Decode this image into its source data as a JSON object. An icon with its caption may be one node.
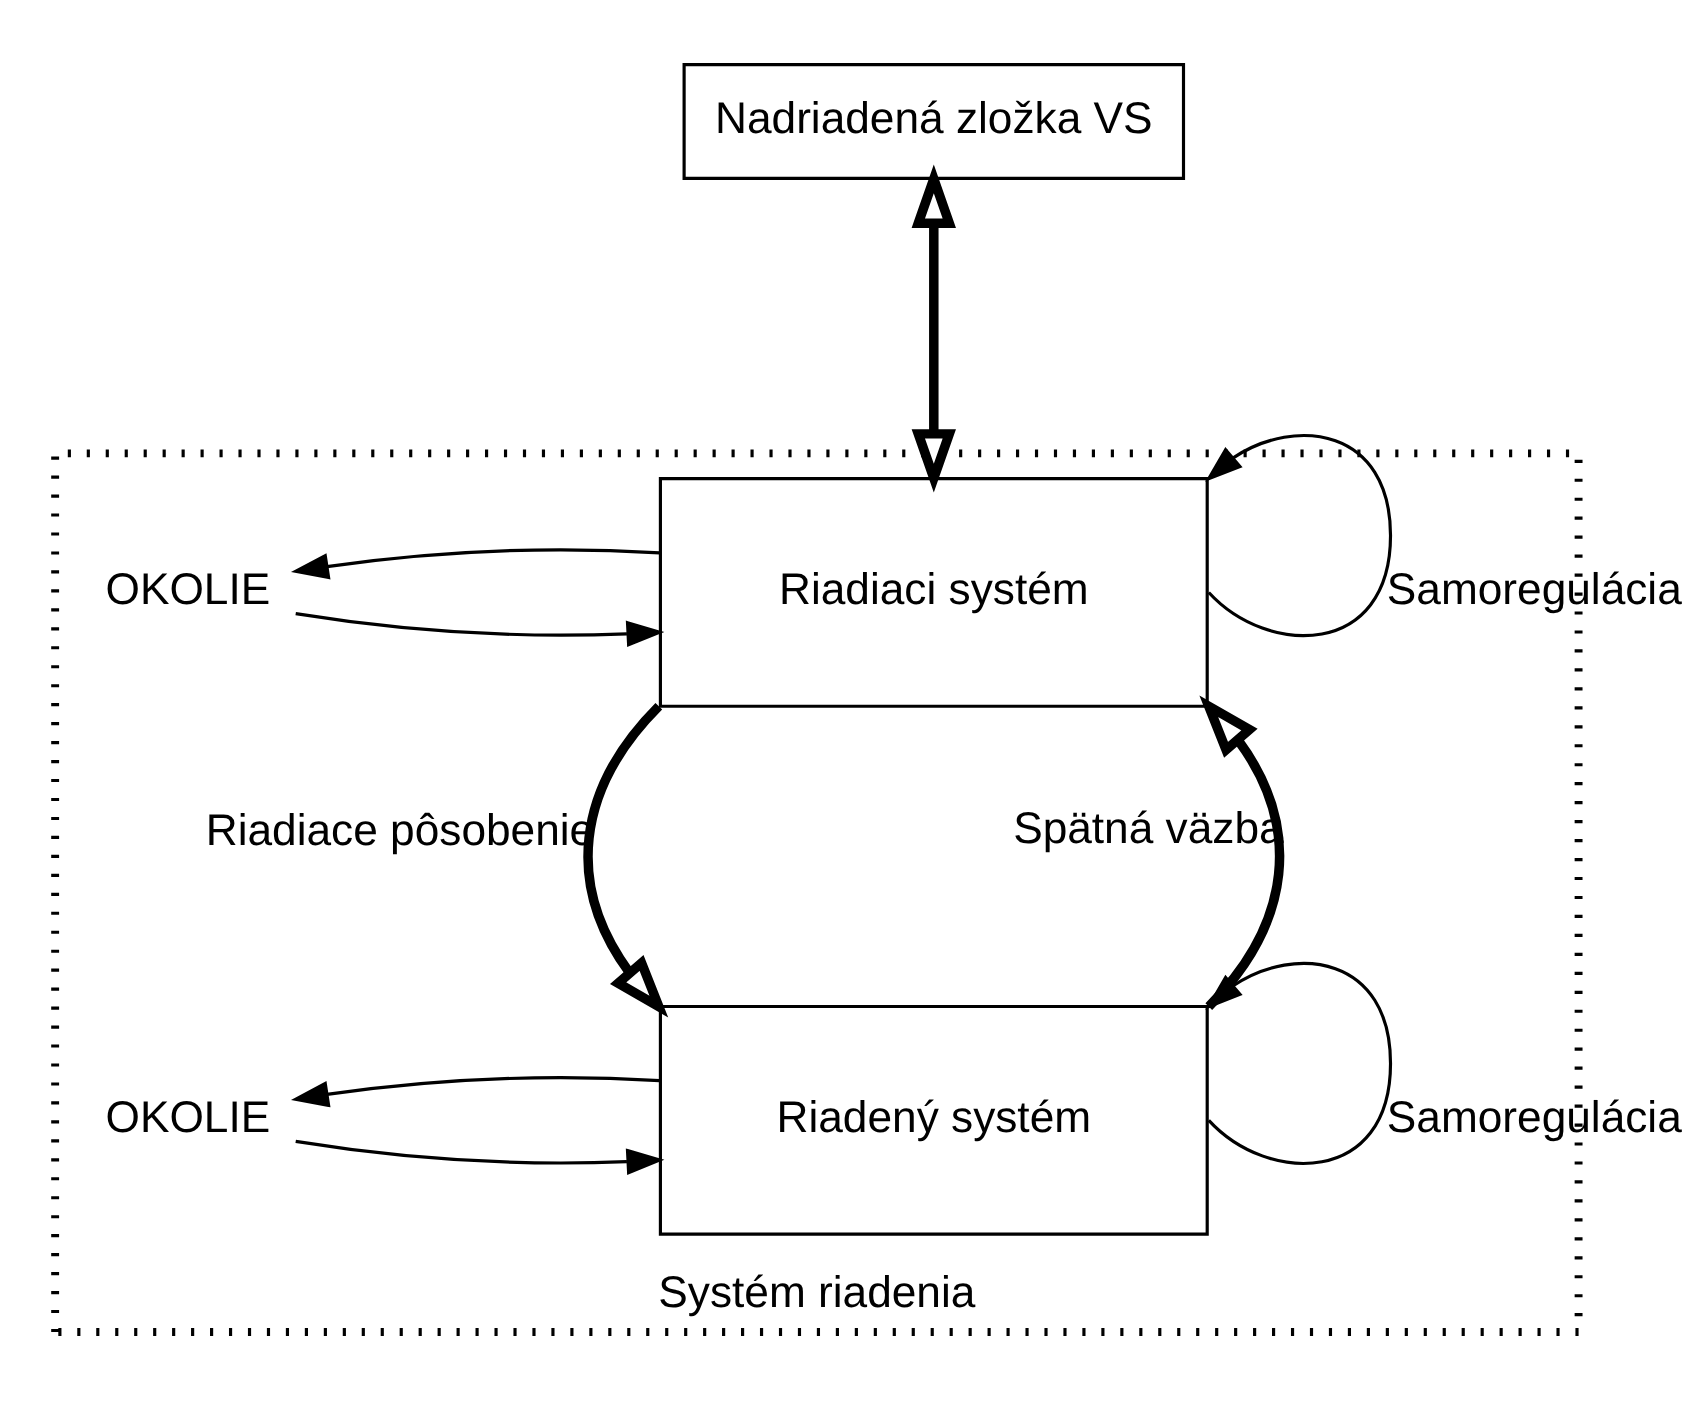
{
  "diagram": {
    "nodes": [
      {
        "text": [
          "Systém riadenia"
        ]
      },
      {
        "text": [
          "Nadriadená zložka VS"
        ]
      },
      {
        "text": [
          "Riadiaci systém"
        ],
        "in": 0
      },
      {
        "text": [
          "Riadený systém"
        ],
        "in": 0
      },
      {
        "text": [
          "OKOLIE"
        ],
        "in": 0
      },
      {
        "text": [
          "OKOLIE"
        ],
        "in": 0
      }
    ],
    "edges": [
      {
        "from": 1,
        "to": 2,
        "arrow": "both",
        "style": "thick"
      },
      {
        "from": 2,
        "to": 3,
        "arrow": "to",
        "style": "thick",
        "label": "Riadiace pôsobenie"
      },
      {
        "from": 3,
        "to": 2,
        "arrow": "to",
        "style": "thick",
        "label": "Spätná väzba"
      },
      {
        "from": 4,
        "to": 2,
        "arrow": "to"
      },
      {
        "from": 2,
        "to": 4,
        "arrow": "to"
      },
      {
        "from": 2,
        "to": 2,
        "arrow": "to",
        "label": "Samoregulácia"
      },
      {
        "from": 5,
        "to": 3,
        "arrow": "to"
      },
      {
        "from": 3,
        "to": 5,
        "arrow": "to"
      },
      {
        "from": 3,
        "to": 3,
        "arrow": "to",
        "label": "Samoregulácia"
      }
    ]
  }
}
